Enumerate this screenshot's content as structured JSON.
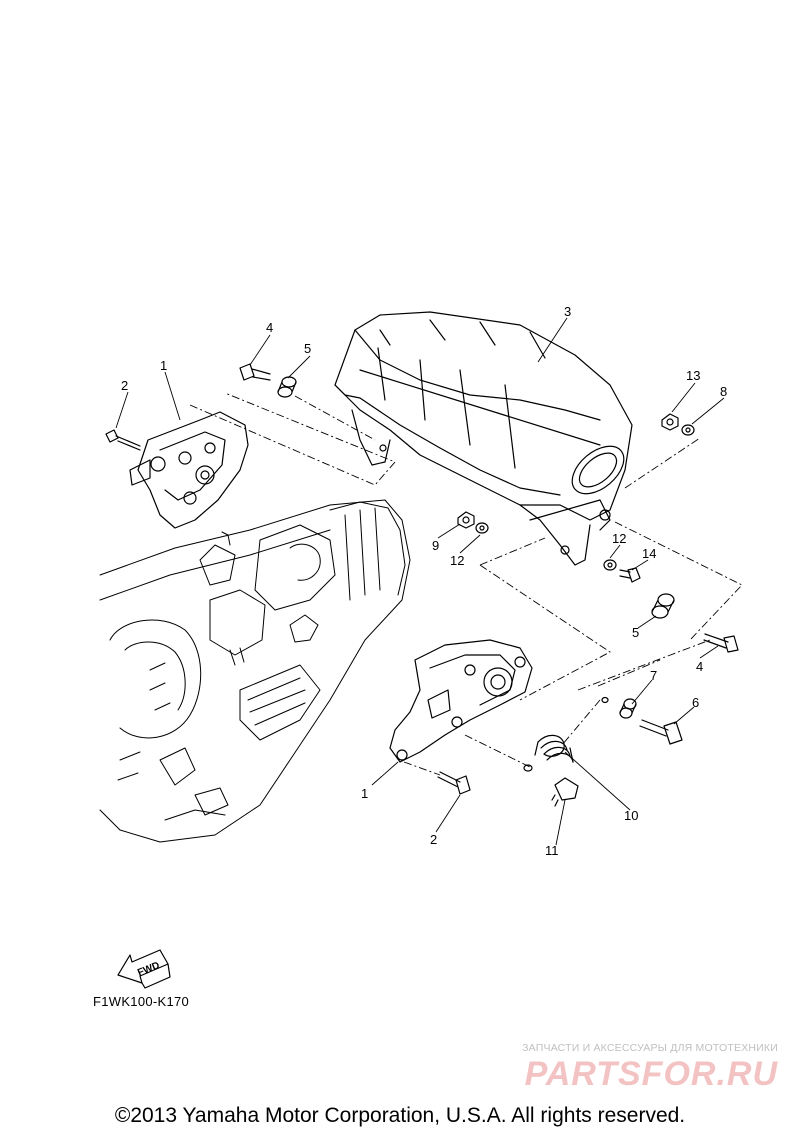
{
  "diagram": {
    "code": "F1WK100-K170",
    "fwd_label": "FWD",
    "callouts": [
      {
        "id": "1",
        "label": "1"
      },
      {
        "id": "2",
        "label": "2"
      },
      {
        "id": "3",
        "label": "3"
      },
      {
        "id": "4",
        "label": "4"
      },
      {
        "id": "5",
        "label": "5"
      },
      {
        "id": "13",
        "label": "13"
      },
      {
        "id": "8",
        "label": "8"
      },
      {
        "id": "9",
        "label": "9"
      },
      {
        "id": "12",
        "label": "12"
      },
      {
        "id": "12b",
        "label": "12"
      },
      {
        "id": "14",
        "label": "14"
      },
      {
        "id": "5b",
        "label": "5"
      },
      {
        "id": "4b",
        "label": "4"
      },
      {
        "id": "7",
        "label": "7"
      },
      {
        "id": "6",
        "label": "6"
      },
      {
        "id": "1b",
        "label": "1"
      },
      {
        "id": "2b",
        "label": "2"
      },
      {
        "id": "10",
        "label": "10"
      },
      {
        "id": "11",
        "label": "11"
      }
    ]
  },
  "watermark": {
    "tagline": "ЗАПЧАСТИ И АКСЕССУАРЫ ДЛЯ МОТОТЕХНИКИ",
    "logo_text": "PARTSFOR.RU",
    "color": "#f3c3c3"
  },
  "copyright": "©2013 Yamaha Motor Corporation, U.S.A. All rights reserved."
}
